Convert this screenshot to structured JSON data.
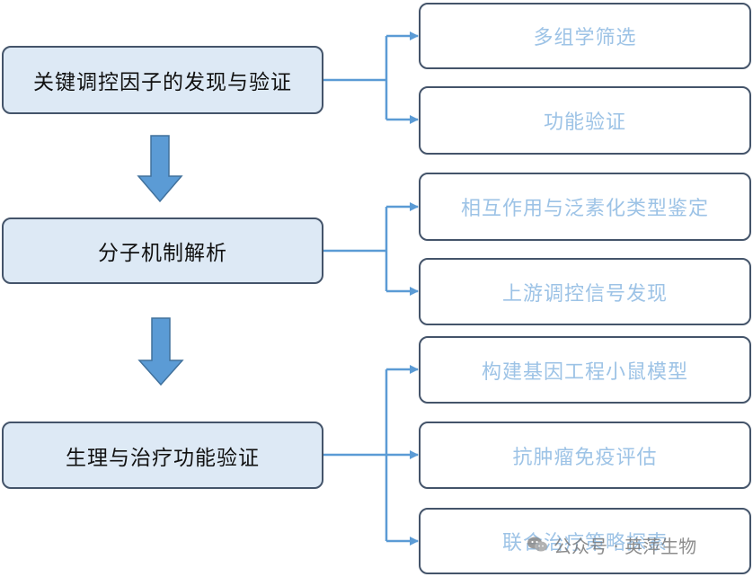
{
  "stages": [
    {
      "title": "关键调控因子的发现与验证",
      "items": [
        "多组学筛选",
        "功能验证"
      ]
    },
    {
      "title": "分子机制解析",
      "items": [
        "相互作用与泛素化类型鉴定",
        "上游调控信号发现"
      ]
    },
    {
      "title": "生理与治疗功能验证",
      "items": [
        "构建基因工程小鼠模型",
        "抗肿瘤免疫评估",
        "联合治疗策略探索"
      ]
    }
  ],
  "watermark": {
    "text": "公众号 · 英萍生物",
    "icon": "wechat-icon"
  },
  "colors": {
    "main_fill": "#dde9f5",
    "border": "#44546a",
    "sub_text": "#9dc3e6",
    "connector": "#5b9bd5",
    "down_arrow": "#5b9bd5"
  }
}
